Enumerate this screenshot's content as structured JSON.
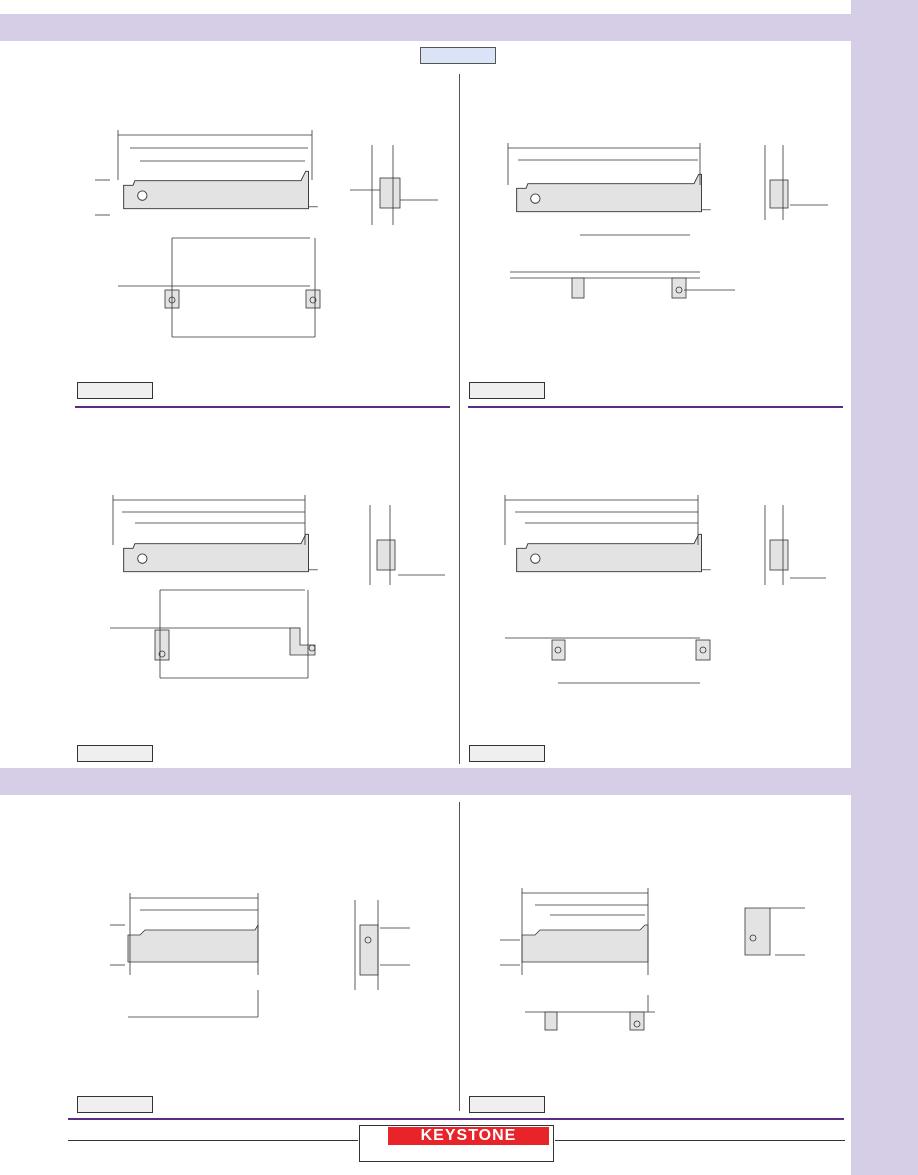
{
  "brand": {
    "name": "KEYSTONE",
    "color": "#e8232a"
  },
  "colors": {
    "band": "#d6cde6",
    "divider": "#5a2d82",
    "tab": "#dbe4f7",
    "label": "#efefef"
  },
  "panels": [
    {
      "id": "panel-1",
      "content": "bracket-drawing"
    },
    {
      "id": "panel-2",
      "content": "bracket-drawing"
    },
    {
      "id": "panel-3",
      "content": "bracket-drawing"
    },
    {
      "id": "panel-4",
      "content": "bracket-drawing"
    },
    {
      "id": "panel-5",
      "content": "bracket-drawing"
    },
    {
      "id": "panel-6",
      "content": "bracket-drawing"
    }
  ]
}
